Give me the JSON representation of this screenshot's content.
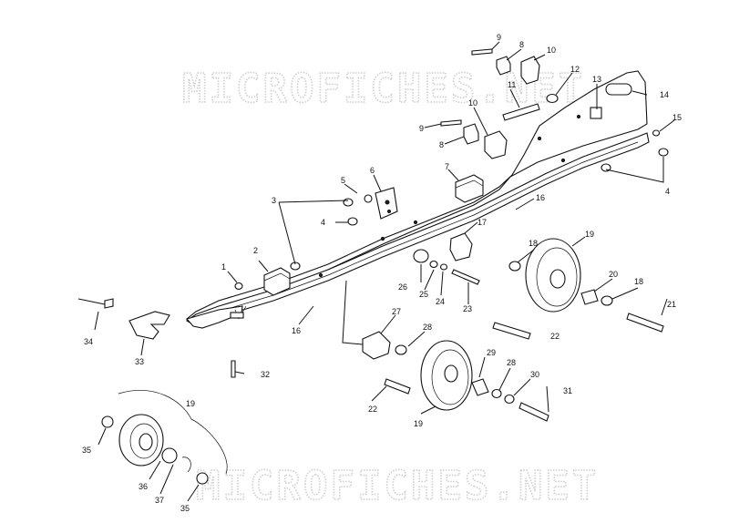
{
  "watermark": {
    "top": "MICROFICHES.NET",
    "bottom": "MICROFICHES.NET"
  },
  "labels": [
    {
      "id": "l9a",
      "text": "9"
    },
    {
      "id": "l8a",
      "text": "8"
    },
    {
      "id": "l10a",
      "text": "10"
    },
    {
      "id": "l12",
      "text": "12"
    },
    {
      "id": "l13",
      "text": "13"
    },
    {
      "id": "l14",
      "text": "14"
    },
    {
      "id": "l11",
      "text": "11"
    },
    {
      "id": "l10b",
      "text": "10"
    },
    {
      "id": "l9b",
      "text": "9"
    },
    {
      "id": "l8b",
      "text": "8"
    },
    {
      "id": "l15",
      "text": "15"
    },
    {
      "id": "l4a",
      "text": "4"
    },
    {
      "id": "l7",
      "text": "7"
    },
    {
      "id": "l6",
      "text": "6"
    },
    {
      "id": "l5",
      "text": "5"
    },
    {
      "id": "l3",
      "text": "3"
    },
    {
      "id": "l4b",
      "text": "4"
    },
    {
      "id": "l16a",
      "text": "16"
    },
    {
      "id": "l17",
      "text": "17"
    },
    {
      "id": "l2",
      "text": "2"
    },
    {
      "id": "l18a",
      "text": "18"
    },
    {
      "id": "l19a",
      "text": "19"
    },
    {
      "id": "l1",
      "text": "1"
    },
    {
      "id": "l26",
      "text": "26"
    },
    {
      "id": "l25",
      "text": "25"
    },
    {
      "id": "l24",
      "text": "24"
    },
    {
      "id": "l23",
      "text": "23"
    },
    {
      "id": "l20",
      "text": "20"
    },
    {
      "id": "l18b",
      "text": "18"
    },
    {
      "id": "l21",
      "text": "21"
    },
    {
      "id": "l34",
      "text": "34"
    },
    {
      "id": "l16b",
      "text": "16"
    },
    {
      "id": "l27",
      "text": "27"
    },
    {
      "id": "l28a",
      "text": "28"
    },
    {
      "id": "l22a",
      "text": "22"
    },
    {
      "id": "l33",
      "text": "33"
    },
    {
      "id": "l29",
      "text": "29"
    },
    {
      "id": "l28b",
      "text": "28"
    },
    {
      "id": "l30",
      "text": "30"
    },
    {
      "id": "l32",
      "text": "32"
    },
    {
      "id": "l22b",
      "text": "22"
    },
    {
      "id": "l31",
      "text": "31"
    },
    {
      "id": "l19b",
      "text": "19"
    },
    {
      "id": "l19c",
      "text": "19"
    },
    {
      "id": "l35a",
      "text": "35"
    },
    {
      "id": "l36",
      "text": "36"
    },
    {
      "id": "l37",
      "text": "37"
    },
    {
      "id": "l35b",
      "text": "35"
    }
  ]
}
